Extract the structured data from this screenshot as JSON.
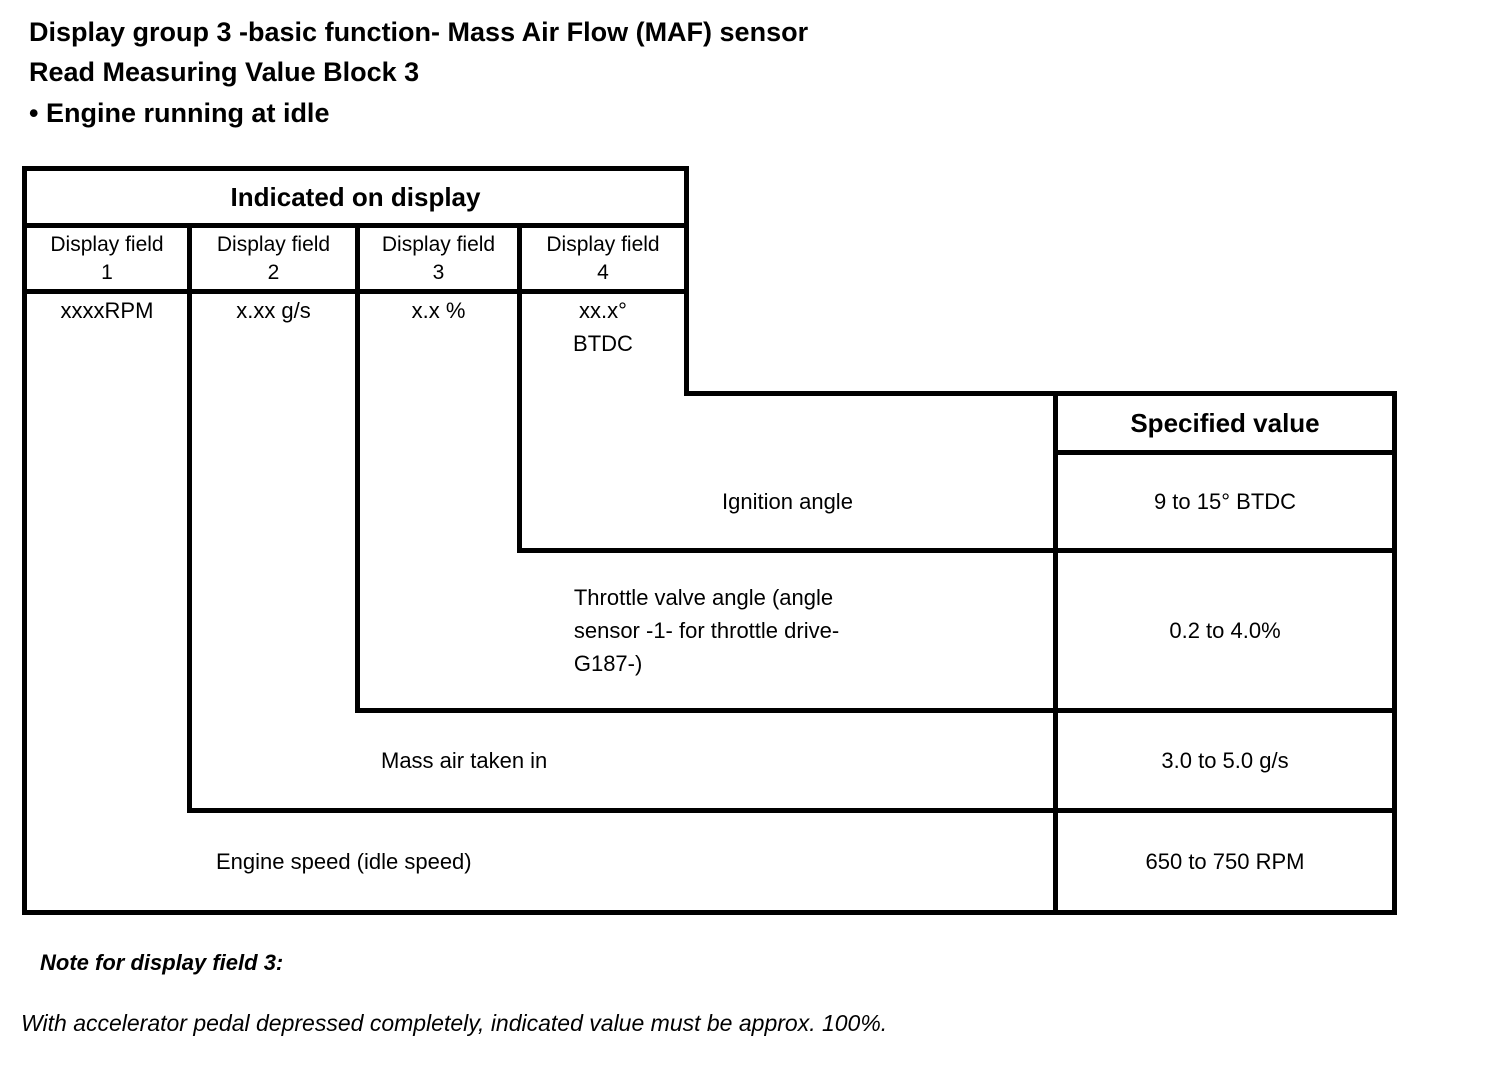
{
  "title": {
    "line1": "Display group 3 -basic function- Mass Air Flow (MAF) sensor",
    "line2": "Read Measuring Value Block 3",
    "bullet_line": "• Engine running at idle"
  },
  "table": {
    "indicated_header": "Indicated on display",
    "specified_header": "Specified value",
    "display_fields": [
      {
        "header": "Display field\n1",
        "format": "xxxxRPM"
      },
      {
        "header": "Display field\n2",
        "format": "x.xx g/s"
      },
      {
        "header": "Display field\n3",
        "format": "x.x %"
      },
      {
        "header": "Display field\n4",
        "format": "xx.x°\nBTDC"
      }
    ],
    "rows": [
      {
        "description": "Ignition angle",
        "specified_value": "9 to 15° BTDC"
      },
      {
        "description": "Throttle valve angle (angle\nsensor -1- for throttle drive-\nG187-)",
        "specified_value": "0.2 to 4.0%"
      },
      {
        "description": "Mass air taken in",
        "specified_value": "3.0 to 5.0 g/s"
      },
      {
        "description": "Engine speed (idle speed)",
        "specified_value": "650 to 750 RPM"
      }
    ]
  },
  "note": {
    "title": "Note for display field 3:",
    "body": "With accelerator pedal depressed completely, indicated value must be approx. 100%."
  }
}
